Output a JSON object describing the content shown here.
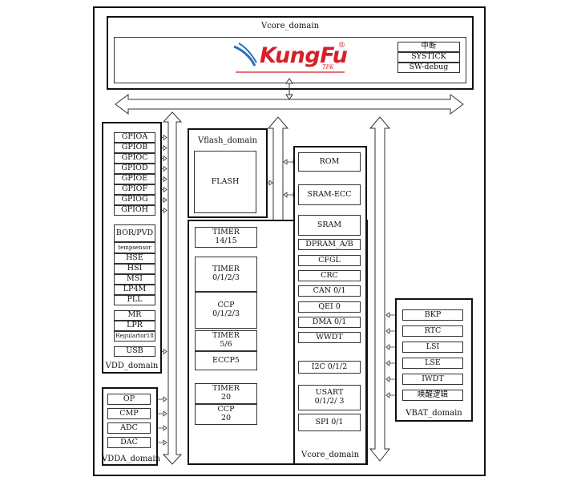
{
  "outer": {
    "top_domain_label": "Vcore_domain",
    "logo_text": "KungFu",
    "logo_reg": "®",
    "logo_sub": "TPK",
    "top_right": [
      "中断",
      "SYSTICK",
      "SW-debug"
    ]
  },
  "vdd": {
    "label": "VDD_domain",
    "gpio": [
      "GPIOA",
      "GPIOB",
      "GPIOC",
      "GPIOD",
      "GPIOE",
      "GPIOF",
      "GPIOG",
      "GPIOH"
    ],
    "group1": [
      "BOR/PVD",
      "tempsensor",
      "HSE",
      "HSI",
      "MSI",
      "LP4M",
      "PLL"
    ],
    "group2": [
      "MR",
      "LPR",
      "Regulartor18"
    ],
    "usb": "USB"
  },
  "vdda": {
    "label": "VDDA_domain",
    "items": [
      "OP",
      "CMP",
      "ADC",
      "DAC"
    ]
  },
  "vflash": {
    "label": "Vflash_domain",
    "flash": "FLASH"
  },
  "core_left": {
    "items": [
      "TIMER\n14/15",
      "TIMER\n0/1/2/3",
      "CCP\n0/1/2/3",
      "TIMER\n5/6",
      "ECCP5",
      "TIMER\n20",
      "CCP\n20"
    ]
  },
  "core_right": {
    "label": "Vcore_domain",
    "items": [
      "ROM",
      "SRAM-ECC",
      "SRAM",
      "DPRAM_A/B",
      "CFGL",
      "CRC",
      "CAN 0/1",
      "QEI 0",
      "DMA 0/1",
      "WWDT",
      "I2C 0/1/2",
      "USART\n0/1/2/ 3",
      "SPI 0/1"
    ]
  },
  "vbat": {
    "label": "VBAT_domain",
    "items": [
      "BKP",
      "RTC",
      "LSI",
      "LSE",
      "IWDT",
      "唤醒逻辑"
    ]
  }
}
